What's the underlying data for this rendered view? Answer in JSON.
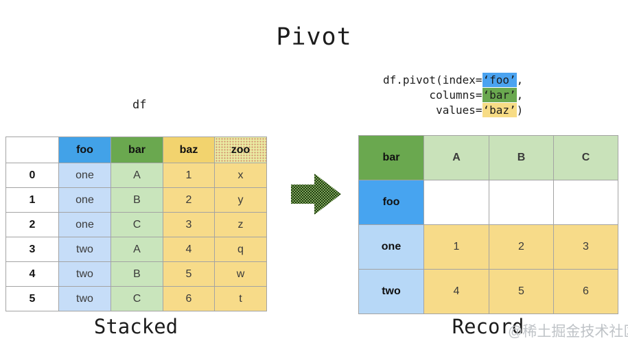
{
  "title": "Pivot",
  "df_label": "df",
  "code": {
    "line1_prefix": "df.pivot(index=",
    "line1_arg": "‘foo’",
    "line1_suffix": ",",
    "line2_prefix": "       columns=",
    "line2_arg": "‘bar’",
    "line2_suffix": ",",
    "line3_prefix": "        values=",
    "line3_arg": "‘baz’",
    "line3_suffix": ")"
  },
  "stacked": {
    "label": "Stacked",
    "headers": [
      "",
      "foo",
      "bar",
      "baz",
      "zoo"
    ],
    "rows": [
      [
        "0",
        "one",
        "A",
        "1",
        "x"
      ],
      [
        "1",
        "one",
        "B",
        "2",
        "y"
      ],
      [
        "2",
        "one",
        "C",
        "3",
        "z"
      ],
      [
        "3",
        "two",
        "A",
        "4",
        "q"
      ],
      [
        "4",
        "two",
        "B",
        "5",
        "w"
      ],
      [
        "5",
        "two",
        "C",
        "6",
        "t"
      ]
    ]
  },
  "record": {
    "label": "Record",
    "rows": [
      [
        "bar",
        "A",
        "B",
        "C"
      ],
      [
        "foo",
        "",
        "",
        ""
      ],
      [
        "one",
        "1",
        "2",
        "3"
      ],
      [
        "two",
        "4",
        "5",
        "6"
      ]
    ]
  },
  "watermark": "@稀土掘金技术社区",
  "icons": {
    "arrow": "right-arrow-icon"
  },
  "colors": {
    "foo_header_blue": "#42a2e8",
    "bar_header_green": "#6aa84f",
    "baz_header_yellow": "#f2d36e",
    "zoo_header_dotted": "#eaeda4",
    "foo_body_blue": "#c6ddf8",
    "bar_body_green": "#c9e5bc",
    "baz_body_yellow": "#f7db89",
    "record_col_header_green": "#c9e2ba",
    "record_row_header_blue": "#b7d8f7",
    "record_foo_blue": "#47a4f0",
    "highlight_blue": "#4ba3f0",
    "highlight_green": "#6aa84f",
    "highlight_yellow": "#f7dc85",
    "arrow_dark_green": "#1f3a10",
    "arrow_light_green": "#7fa85c",
    "watermark_gray": "#bfc3c7"
  }
}
